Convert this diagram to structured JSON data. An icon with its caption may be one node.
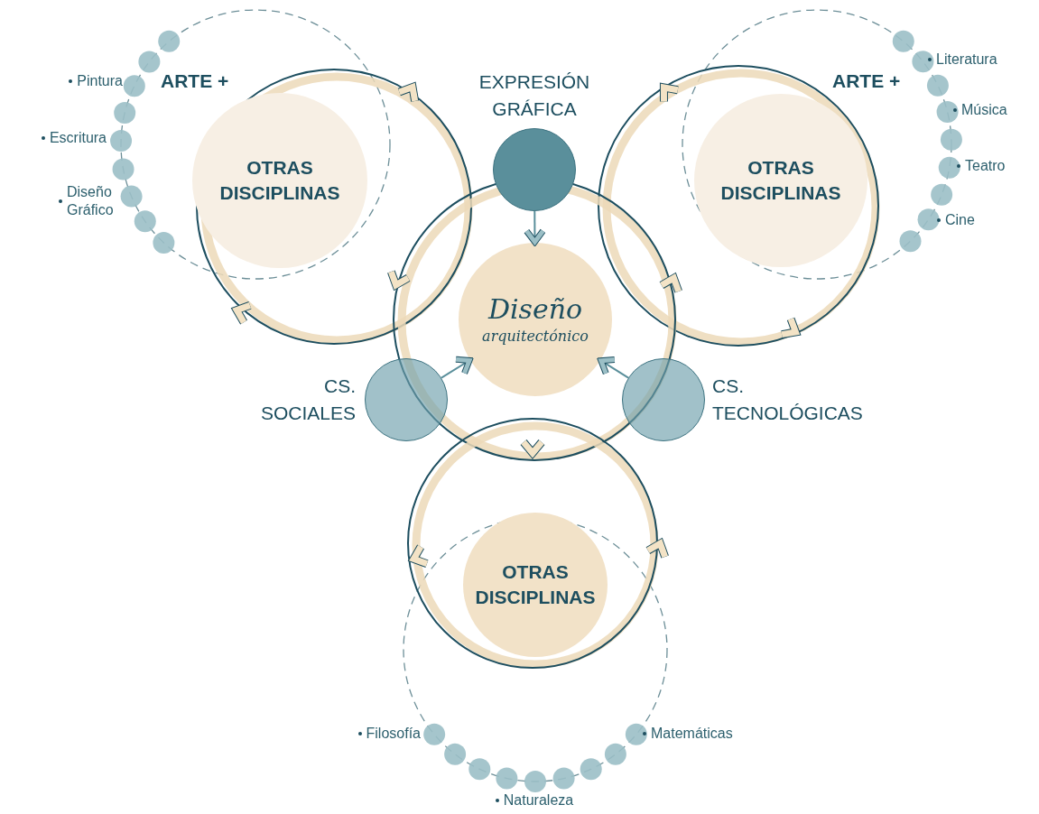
{
  "diagram": {
    "nodes": [
      {
        "text": [
          "OTRAS DISCIPLINAS"
        ]
      },
      {
        "text": [
          "EXPRESIÓN GRÁFICA"
        ]
      },
      {
        "text": [
          "OTRAS DISCIPLINAS"
        ]
      },
      {
        "text": [
          "Diseño",
          "arquitectónico"
        ]
      },
      {
        "text": [
          "CS. SOCIALES"
        ]
      },
      {
        "text": [
          "CS. TECNOLÓGICAS"
        ]
      },
      {
        "text": [
          "OTRAS DISCIPLINAS"
        ]
      }
    ],
    "edges": [
      {
        "from": 1,
        "to": 3,
        "arrow": "to"
      },
      {
        "from": 4,
        "to": 3,
        "arrow": "to"
      },
      {
        "from": 5,
        "to": 3,
        "arrow": "to"
      }
    ],
    "labels": [
      "Pintura",
      "ARTE +",
      "ARTE +",
      "Literatura",
      "Música",
      "Escritura",
      "Teatro",
      "Diseño Gráfico",
      "Cine",
      "Filosofía",
      "Matemáticas",
      "Naturaleza"
    ]
  }
}
